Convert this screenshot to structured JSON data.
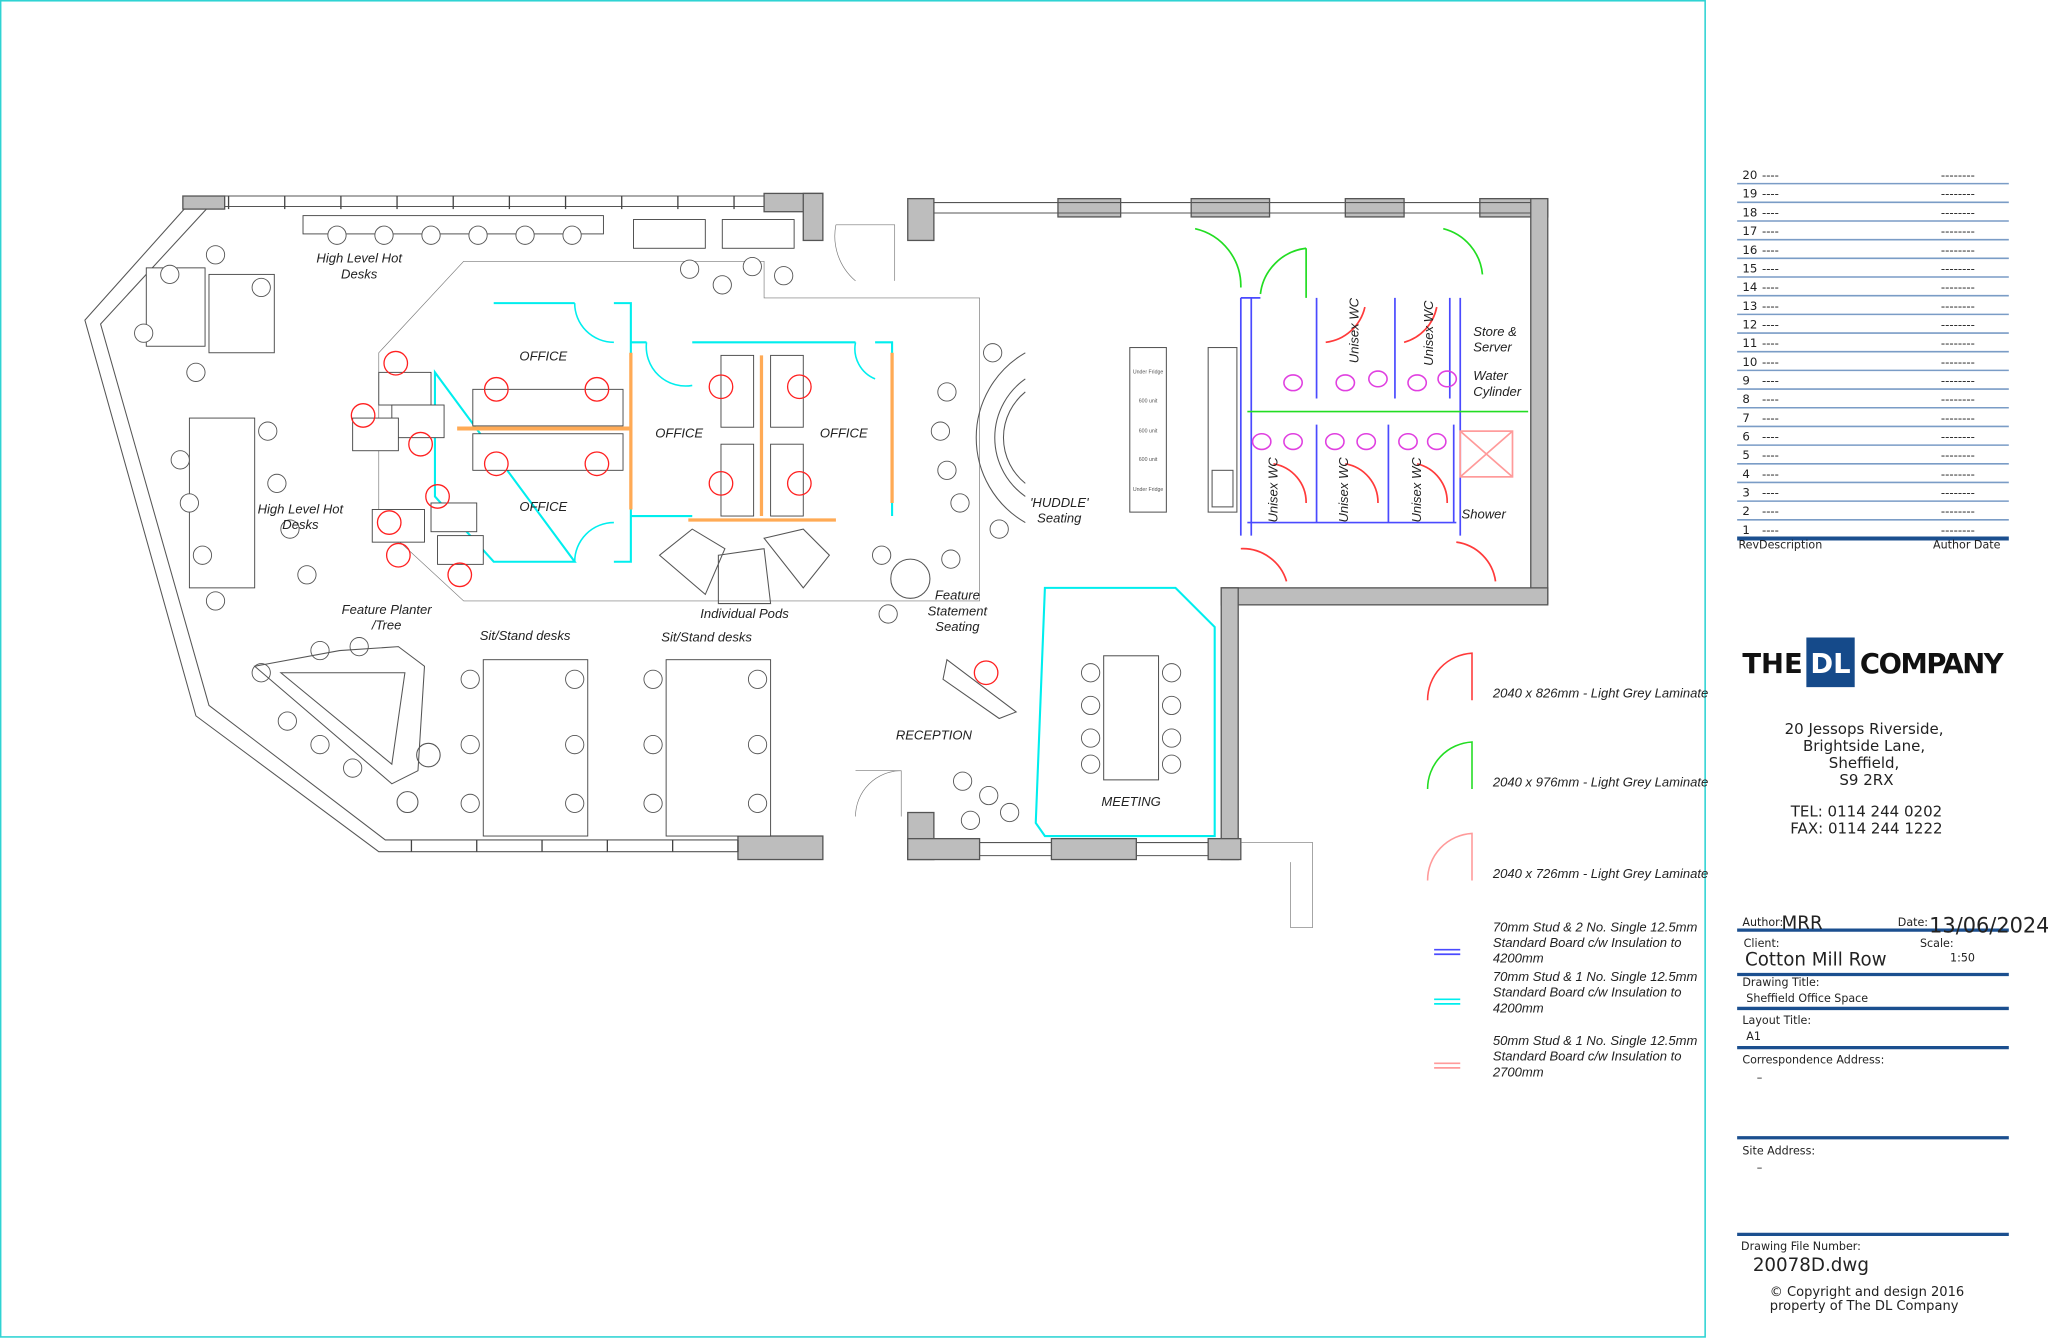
{
  "colors": {
    "frame": "#2fd3d3",
    "brand_blue": "#154a8a",
    "table_line": "#1b4f8f",
    "door_red": "#ff3a3a",
    "door_green": "#22dd22",
    "door_pink": "#ff9a9a",
    "wall_blue": "#4a4aff",
    "wall_cyan": "#00eeee",
    "wall_pink": "#ff9a9a",
    "partition_orange": "#ffaa55",
    "chair_red": "#ff2020",
    "sanitary_magenta": "#e040e0"
  },
  "plan": {
    "labels": {
      "hot_desks_top": [
        "High Level Hot",
        "Desks"
      ],
      "hot_desks_left": [
        "High Level Hot",
        "Desks"
      ],
      "office_1": "OFFICE",
      "office_2": "OFFICE",
      "office_3": "OFFICE",
      "office_4": "OFFICE",
      "pods": "Individual Pods",
      "huddle": [
        "'HUDDLE'",
        "Seating"
      ],
      "feature_seating": [
        "Feature",
        "Statement",
        "Seating"
      ],
      "planter": [
        "Feature Planter",
        "/Tree"
      ],
      "sit_stand_1": "Sit/Stand desks",
      "sit_stand_2": "Sit/Stand desks",
      "reception": "RECEPTION",
      "meeting": "MEETING",
      "store": [
        "Store &",
        "Server"
      ],
      "water": [
        "Water",
        "Cylinder"
      ],
      "shower": "Shower",
      "wc": [
        "Unisex WC",
        "Unisex WC",
        "Unisex WC",
        "Unisex WC",
        "Unisex WC"
      ],
      "kitchen_units": [
        "Under Fridge",
        "600 unit",
        "600 unit",
        "600 unit",
        "Under Fridge"
      ]
    }
  },
  "legend": [
    {
      "type": "door",
      "color": "#ff3a3a",
      "text": [
        "2040 x 826mm - Light Grey Laminate"
      ]
    },
    {
      "type": "door",
      "color": "#22dd22",
      "text": [
        "2040 x 976mm - Light Grey Laminate"
      ]
    },
    {
      "type": "door",
      "color": "#ff9a9a",
      "text": [
        "2040 x 726mm - Light Grey Laminate"
      ]
    },
    {
      "type": "wall",
      "color": "#4a4aff",
      "text": [
        "70mm Stud & 2 No. Single 12.5mm",
        "Standard Board c/w Insulation to",
        "4200mm"
      ]
    },
    {
      "type": "wall",
      "color": "#00eeee",
      "text": [
        "70mm Stud & 1 No. Single 12.5mm",
        "Standard Board c/w Insulation to",
        "4200mm"
      ]
    },
    {
      "type": "wall",
      "color": "#ff9a9a",
      "text": [
        "50mm Stud & 1 No. Single 12.5mm",
        "Standard Board c/w Insulation to",
        "2700mm"
      ]
    }
  ],
  "revisions": {
    "rows": [
      {
        "rev": "20",
        "desc": "----",
        "author_date": "--------"
      },
      {
        "rev": "19",
        "desc": "----",
        "author_date": "--------"
      },
      {
        "rev": "18",
        "desc": "----",
        "author_date": "--------"
      },
      {
        "rev": "17",
        "desc": "----",
        "author_date": "--------"
      },
      {
        "rev": "16",
        "desc": "----",
        "author_date": "--------"
      },
      {
        "rev": "15",
        "desc": "----",
        "author_date": "--------"
      },
      {
        "rev": "14",
        "desc": "----",
        "author_date": "--------"
      },
      {
        "rev": "13",
        "desc": "----",
        "author_date": "--------"
      },
      {
        "rev": "12",
        "desc": "----",
        "author_date": "--------"
      },
      {
        "rev": "11",
        "desc": "----",
        "author_date": "--------"
      },
      {
        "rev": "10",
        "desc": "----",
        "author_date": "--------"
      },
      {
        "rev": "9",
        "desc": "----",
        "author_date": "--------"
      },
      {
        "rev": "8",
        "desc": "----",
        "author_date": "--------"
      },
      {
        "rev": "7",
        "desc": "----",
        "author_date": "--------"
      },
      {
        "rev": "6",
        "desc": "----",
        "author_date": "--------"
      },
      {
        "rev": "5",
        "desc": "----",
        "author_date": "--------"
      },
      {
        "rev": "4",
        "desc": "----",
        "author_date": "--------"
      },
      {
        "rev": "3",
        "desc": "----",
        "author_date": "--------"
      },
      {
        "rev": "2",
        "desc": "----",
        "author_date": "--------"
      },
      {
        "rev": "1",
        "desc": "----",
        "author_date": "--------"
      }
    ],
    "header_left": "RevDescription",
    "header_right": "Author Date"
  },
  "company": {
    "logo_left": "THE",
    "logo_mid": "DL",
    "logo_right": "COMPANY",
    "address": [
      "20 Jessops Riverside,",
      "Brightside Lane,",
      "Sheffield,",
      "S9 2RX"
    ],
    "tel": "TEL:  0114 244 0202",
    "fax": "FAX:  0114 244 1222"
  },
  "title_block": {
    "author_label": "Author:",
    "author": "MRR",
    "date_label": "Date:",
    "date": "13/06/2024",
    "client_label": "Client:",
    "client": "Cotton Mill Row",
    "scale_label": "Scale:",
    "scale": "1:50",
    "drawing_title_label": "Drawing Title:",
    "drawing_title": "Sheffield Office Space",
    "layout_title_label": "Layout Title:",
    "layout_title": "A1",
    "correspondence_label": "Correspondence Address:",
    "correspondence": "–",
    "site_label": "Site Address:",
    "site": "–",
    "file_number_label": "Drawing File Number:",
    "file_number": "20078D.dwg",
    "copyright": [
      "© Copyright and design 2016",
      "property of The DL Company"
    ]
  }
}
